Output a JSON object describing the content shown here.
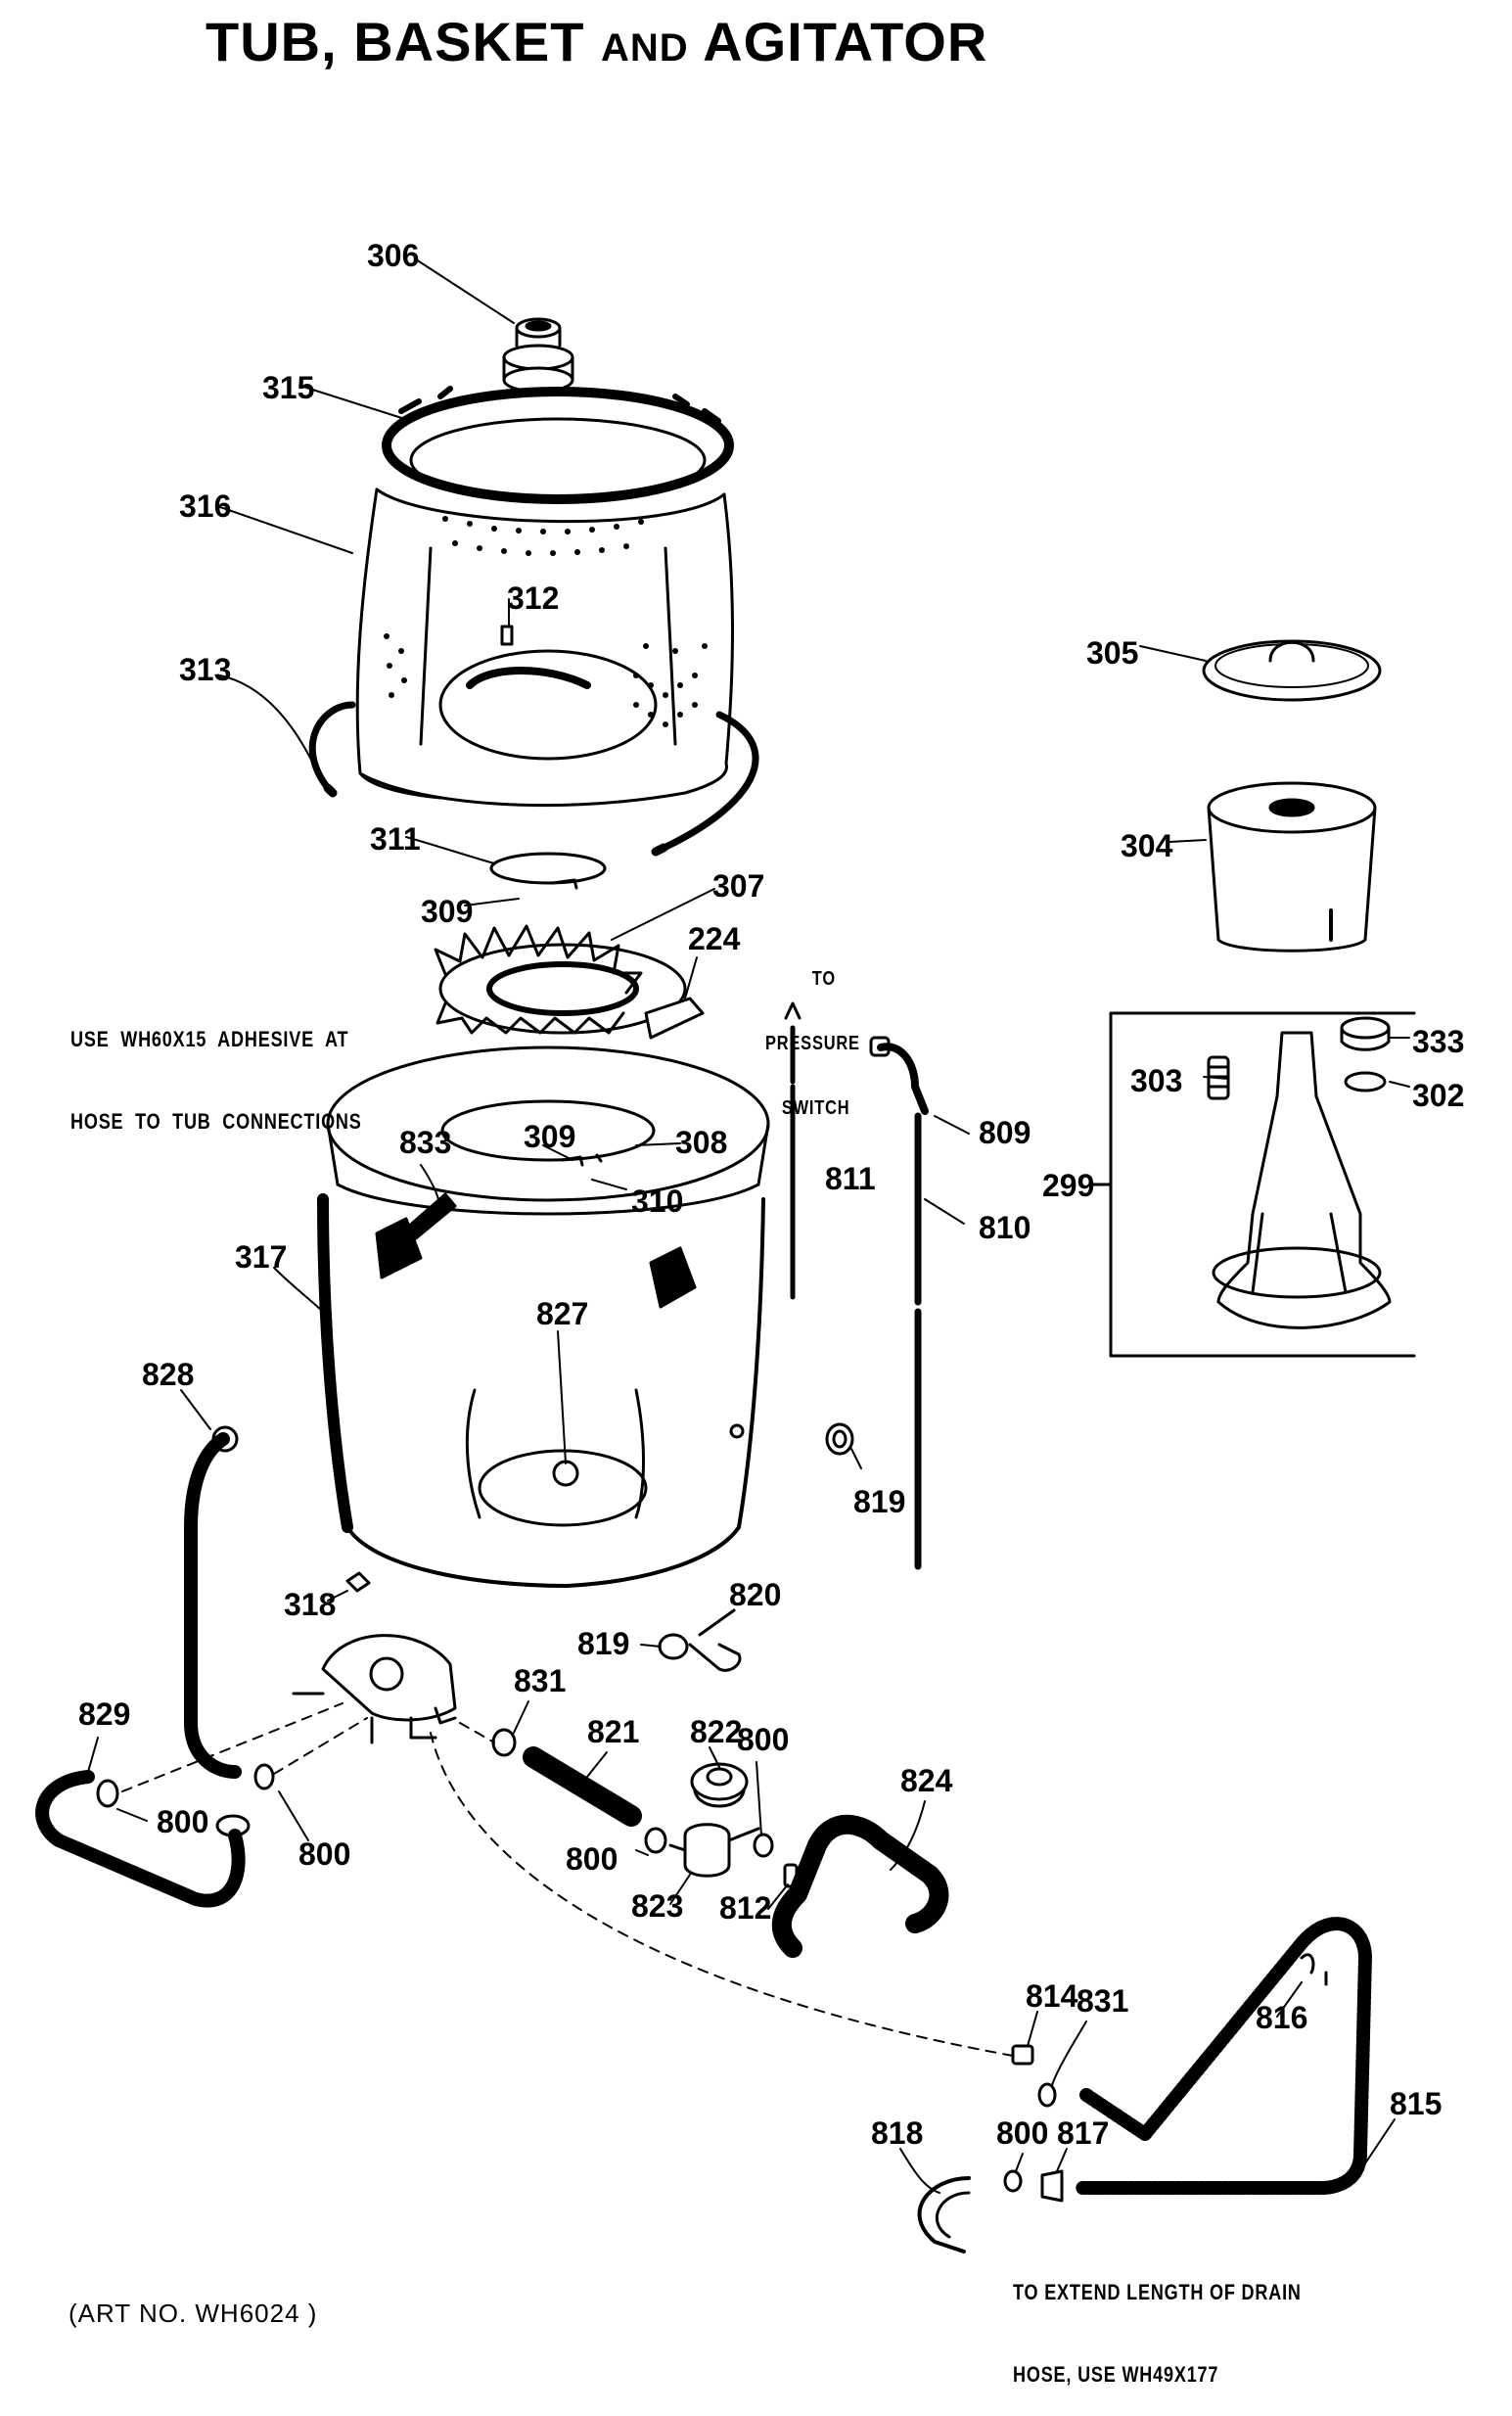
{
  "title": {
    "main1": "TUB, BASKET",
    "and": "AND",
    "main2": "AGITATOR"
  },
  "notes": {
    "adhesive_line1": "USE  WH60X15  ADHESIVE  AT",
    "adhesive_line2": "HOSE  TO  TUB  CONNECTIONS",
    "pressure_line1": "TO",
    "pressure_line2": "PRESSURE",
    "pressure_line3": "SWITCH",
    "drain_line1": "TO EXTEND LENGTH OF DRAIN",
    "drain_line2": "HOSE, USE WH49X177"
  },
  "art_no": "(ART NO. WH6024 )",
  "callouts": {
    "p306": "306",
    "p315": "315",
    "p316": "316",
    "p312": "312",
    "p313": "313",
    "p311": "311",
    "p309a": "309",
    "p307": "307",
    "p224": "224",
    "p305": "305",
    "p304": "304",
    "p333": "333",
    "p303": "303",
    "p302": "302",
    "p299": "299",
    "p833": "833",
    "p309b": "309",
    "p308": "308",
    "p310": "310",
    "p317": "317",
    "p827": "827",
    "p811": "811",
    "p809": "809",
    "p810": "810",
    "p819a": "819",
    "p828": "828",
    "p318": "318",
    "p820": "820",
    "p819b": "819",
    "p831a": "831",
    "p829": "829",
    "p800a": "800",
    "p800b": "800",
    "p821": "821",
    "p822": "822",
    "p800c": "800",
    "p824": "824",
    "p800d": "800",
    "p823": "823",
    "p812": "812",
    "p814": "814",
    "p831b": "831",
    "p816": "816",
    "p815": "815",
    "p800e": "800",
    "p817": "817",
    "p818": "818"
  }
}
